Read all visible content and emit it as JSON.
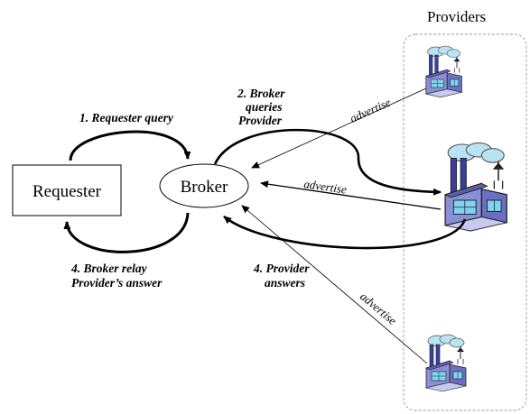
{
  "title": "Providers",
  "nodes": {
    "requester": "Requester",
    "broker": "Broker"
  },
  "labels": {
    "step1": "1. Requester query",
    "step2_line1": "2. Broker",
    "step2_line2": "queries",
    "step2_line3": "Provider",
    "step4_provider_line1": "4. Provider",
    "step4_provider_line2": "answers",
    "step4_relay_line1": "4. Broker relay",
    "step4_relay_line2": "Provider’s answer",
    "advertise_top": "advertise",
    "advertise_mid": "advertise",
    "advertise_bottom": "advertise"
  },
  "icons": {
    "provider": "factory-icon"
  }
}
